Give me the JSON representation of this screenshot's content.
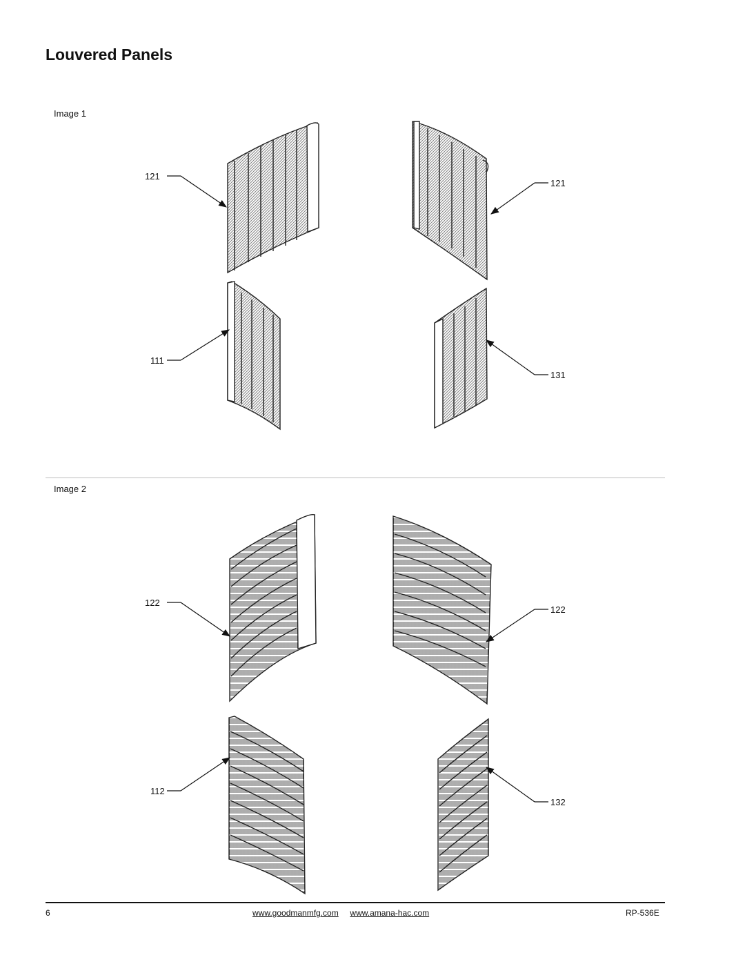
{
  "title": "Louvered Panels",
  "images": [
    {
      "label": "Image 1",
      "callouts": {
        "top_left": "121",
        "top_right": "121",
        "bottom_left": "111",
        "bottom_right": "131"
      }
    },
    {
      "label": "Image 2",
      "callouts": {
        "top_left": "122",
        "top_right": "122",
        "bottom_left": "112",
        "bottom_right": "132"
      }
    }
  ],
  "footer": {
    "page_number": "6",
    "link1": "www.goodmanmfg.com",
    "link2": "www.amana-hac.com",
    "doc_id": "RP-536E"
  }
}
